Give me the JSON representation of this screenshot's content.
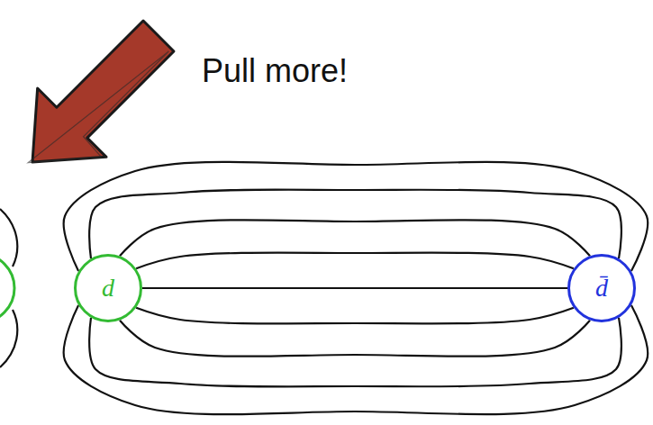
{
  "diagram": {
    "nodes": [
      {
        "text": [
          "d"
        ]
      },
      {
        "text": [
          "d̄"
        ]
      }
    ],
    "edges": [
      {
        "from": 0,
        "to": 1,
        "arrow": "none"
      },
      {
        "from": 0,
        "to": 1,
        "arrow": "none"
      },
      {
        "from": 0,
        "to": 1,
        "arrow": "none"
      },
      {
        "from": 0,
        "to": 1,
        "arrow": "none"
      },
      {
        "from": 0,
        "to": 1,
        "arrow": "none"
      },
      {
        "from": 0,
        "to": 1,
        "arrow": "none"
      },
      {
        "from": 0,
        "to": 1,
        "arrow": "none"
      },
      {
        "from": 0,
        "to": 1,
        "arrow": "none"
      },
      {
        "from": 0,
        "to": 1,
        "arrow": "none"
      }
    ],
    "labels": [
      "Pull more!"
    ]
  }
}
